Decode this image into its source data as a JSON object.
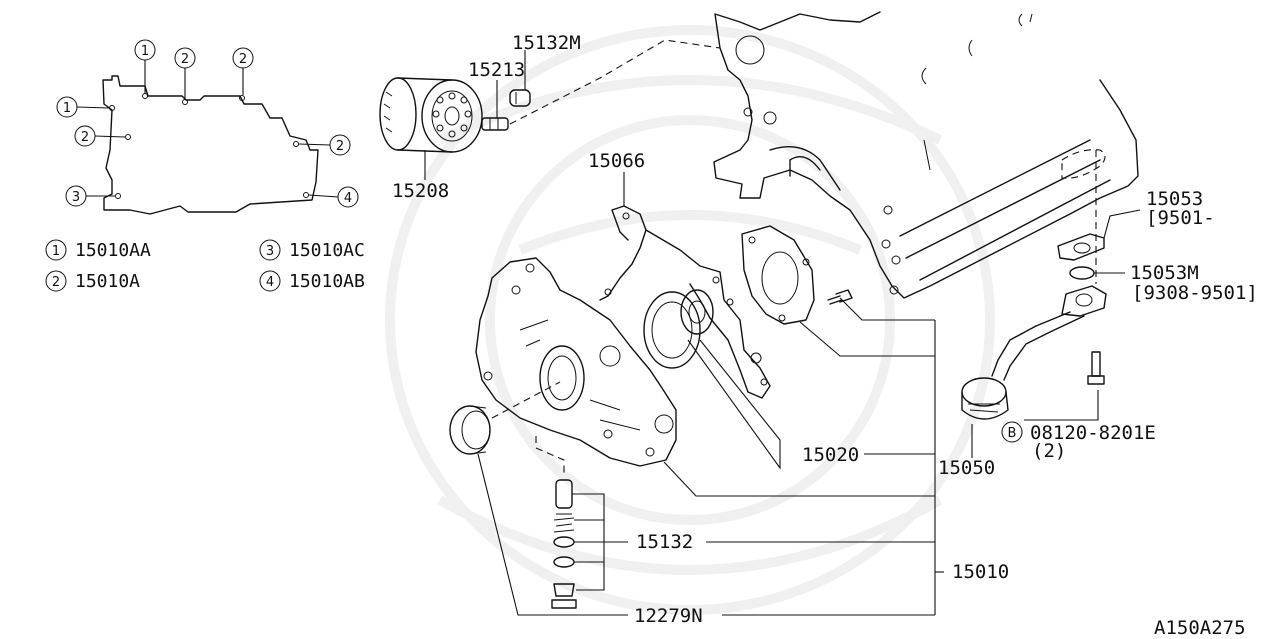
{
  "diagram": {
    "ref_code": "A150A275",
    "callout_labels": [
      "1",
      "2",
      "3",
      "4",
      "B"
    ],
    "legend": [
      {
        "num": "1",
        "part": "15010AA"
      },
      {
        "num": "2",
        "part": "15010A"
      },
      {
        "num": "3",
        "part": "15010AC"
      },
      {
        "num": "4",
        "part": "15010AB"
      }
    ],
    "parts": {
      "p15132M": "15132M",
      "p15213": "15213",
      "p15208": "15208",
      "p15066": "15066",
      "p15053": "15053",
      "p15053_range": "[9501-      ]",
      "p15053M": "15053M",
      "p15053M_range": "[9308-9501]",
      "p15020": "15020",
      "p15050": "15050",
      "p08120": "08120-8201E",
      "p08120_qty": "(2)",
      "p15132": "15132",
      "p15010": "15010",
      "p12279N": "12279N"
    }
  }
}
